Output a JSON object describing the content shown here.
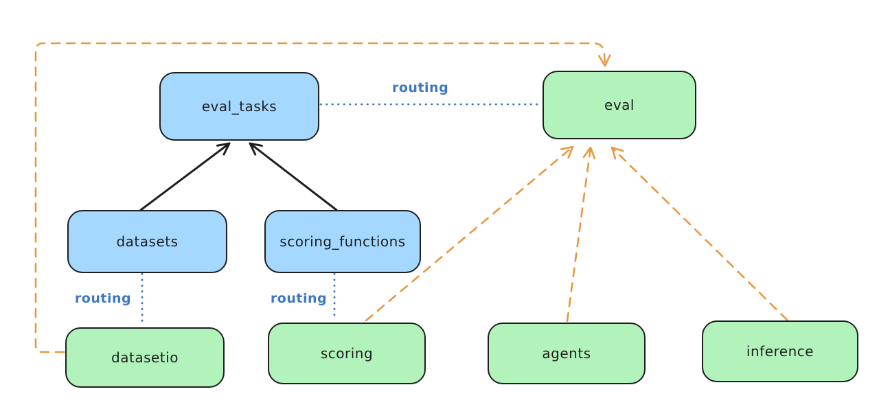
{
  "diagram": {
    "colors": {
      "background": "#ffffff",
      "blue_node_fill": "#a5d8ff",
      "green_node_fill": "#b2f2bb",
      "node_stroke": "#1e1e1e",
      "routing_blue": "#3b78c2",
      "orange_dashed": "#e9973f",
      "black_arrow": "#1e1e1e"
    },
    "nodes": [
      {
        "id": "eval_tasks",
        "label": "eval_tasks",
        "color": "blue"
      },
      {
        "id": "eval",
        "label": "eval",
        "color": "green"
      },
      {
        "id": "datasets",
        "label": "datasets",
        "color": "blue"
      },
      {
        "id": "scoring_functions",
        "label": "scoring_functions",
        "color": "blue"
      },
      {
        "id": "datasetio",
        "label": "datasetio",
        "color": "green"
      },
      {
        "id": "scoring",
        "label": "scoring",
        "color": "green"
      },
      {
        "id": "agents",
        "label": "agents",
        "color": "green"
      },
      {
        "id": "inference",
        "label": "inference",
        "color": "green"
      }
    ],
    "edge_labels": [
      {
        "id": "routing-eval_tasks-eval",
        "label": "routing"
      },
      {
        "id": "routing-datasets-datasetio",
        "label": "routing"
      },
      {
        "id": "routing-scoring_functions-scoring",
        "label": "routing"
      }
    ],
    "edges": [
      {
        "from": "datasets",
        "to": "eval_tasks",
        "style": "solid",
        "color": "black",
        "arrow": true
      },
      {
        "from": "scoring_functions",
        "to": "eval_tasks",
        "style": "solid",
        "color": "black",
        "arrow": true
      },
      {
        "from": "eval_tasks",
        "to": "eval",
        "style": "dotted",
        "color": "blue",
        "arrow": false,
        "label": "routing"
      },
      {
        "from": "datasets",
        "to": "datasetio",
        "style": "dotted",
        "color": "blue",
        "arrow": false,
        "label": "routing"
      },
      {
        "from": "scoring_functions",
        "to": "scoring",
        "style": "dotted",
        "color": "blue",
        "arrow": false,
        "label": "routing"
      },
      {
        "from": "datasetio",
        "to": "eval",
        "style": "dashed",
        "color": "orange",
        "arrow": true
      },
      {
        "from": "scoring",
        "to": "eval",
        "style": "dashed",
        "color": "orange",
        "arrow": true
      },
      {
        "from": "agents",
        "to": "eval",
        "style": "dashed",
        "color": "orange",
        "arrow": true
      },
      {
        "from": "inference",
        "to": "eval",
        "style": "dashed",
        "color": "orange",
        "arrow": true
      }
    ]
  }
}
